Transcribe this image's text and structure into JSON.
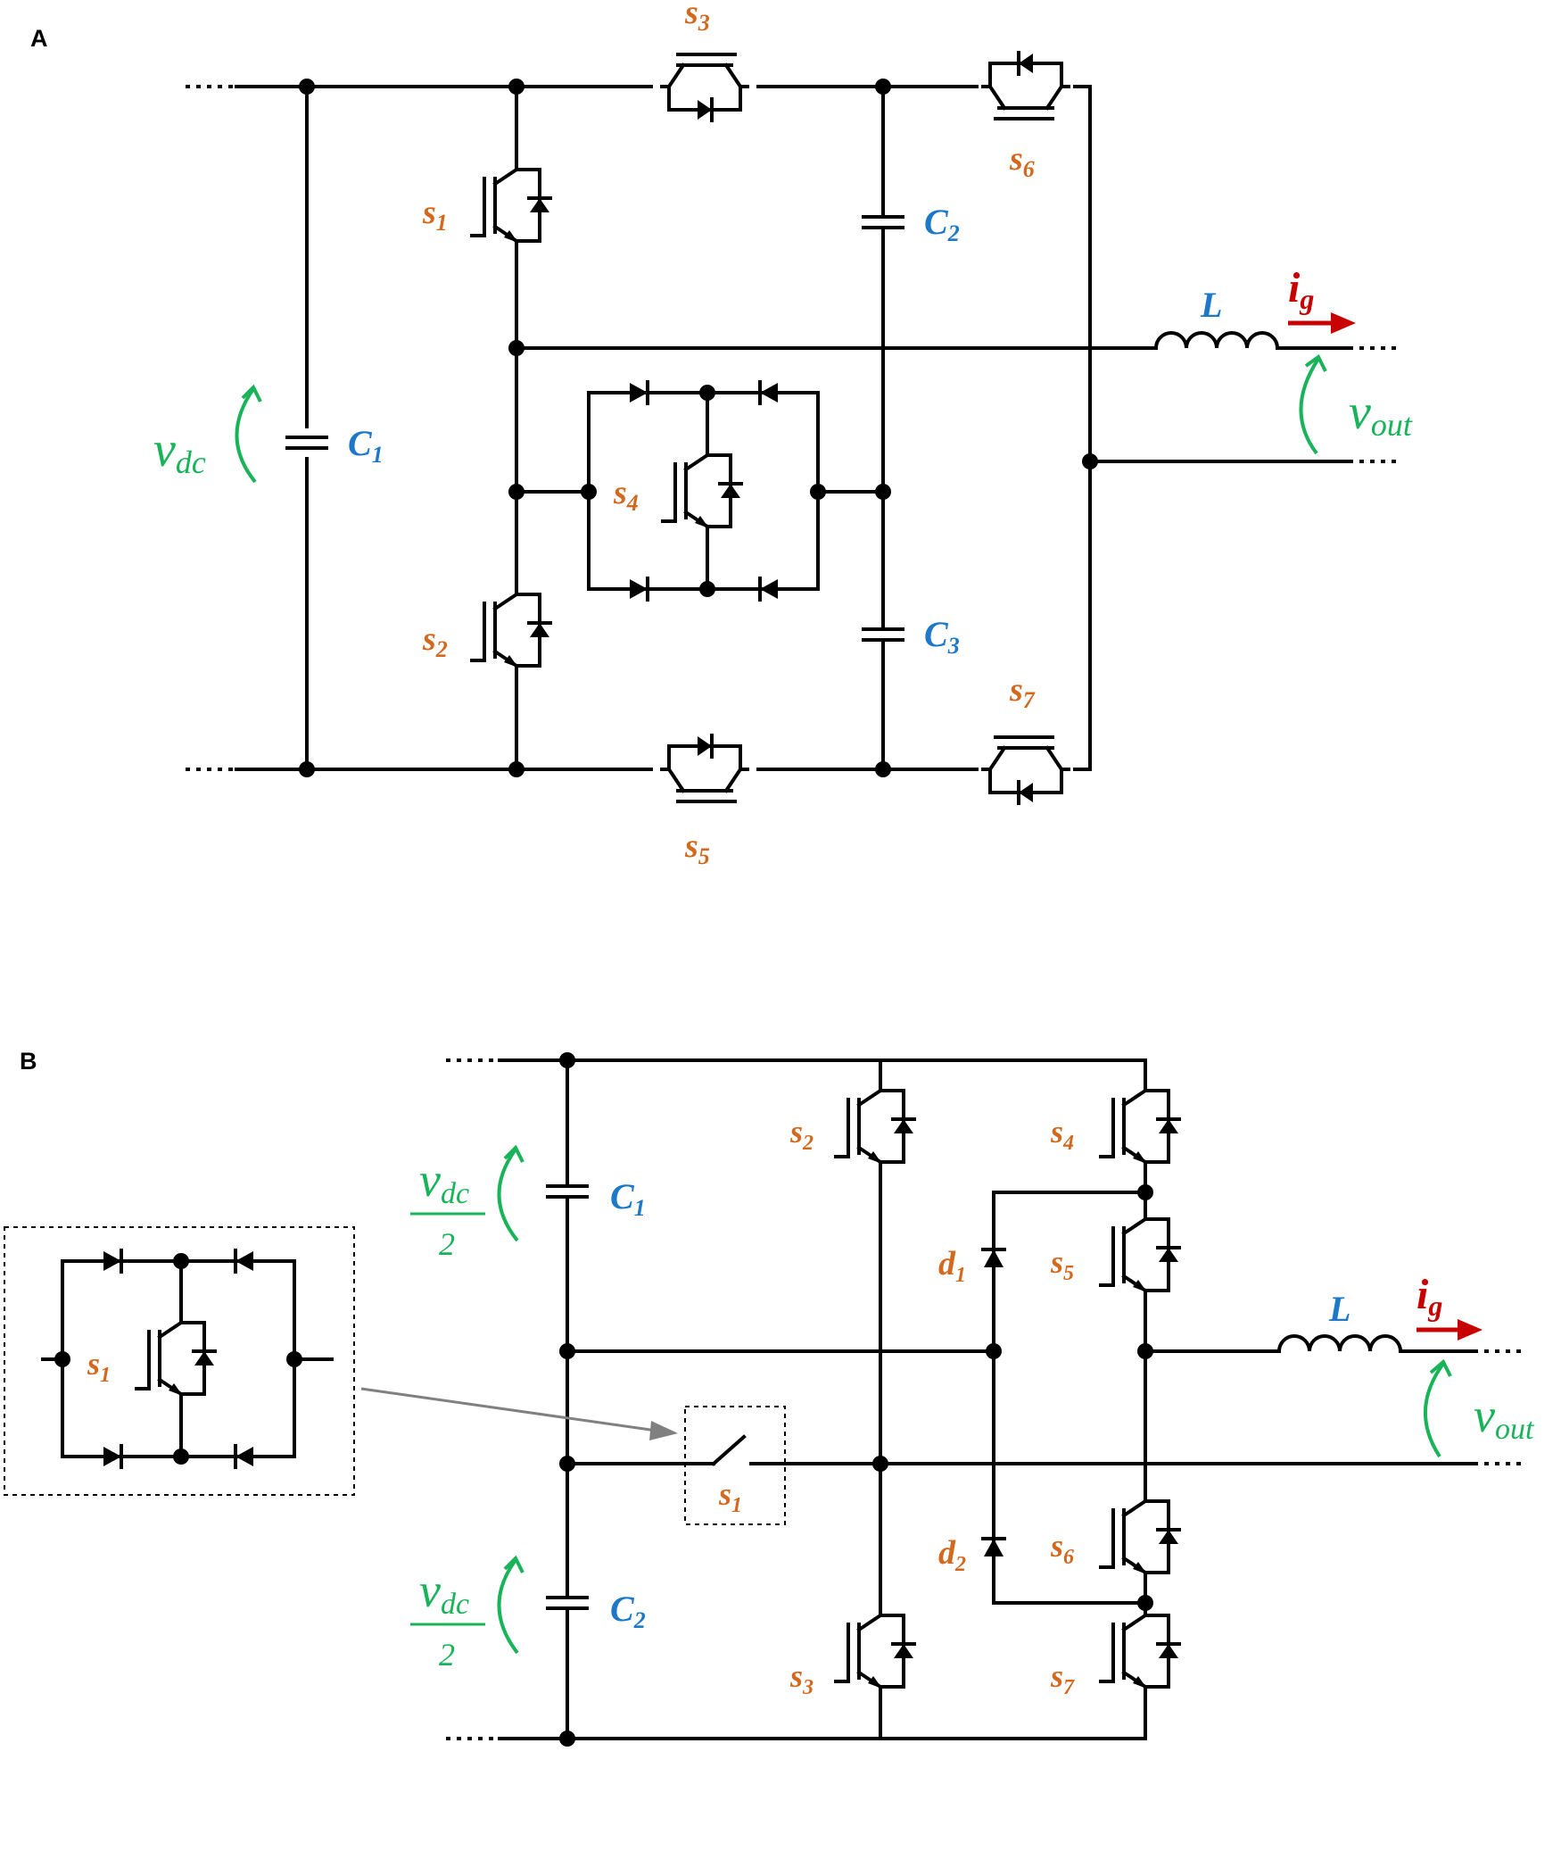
{
  "panels": {
    "a": {
      "letter": "A",
      "switches": [
        {
          "id": "s1",
          "base": "s",
          "sub": "1"
        },
        {
          "id": "s2",
          "base": "s",
          "sub": "2"
        },
        {
          "id": "s3",
          "base": "s",
          "sub": "3"
        },
        {
          "id": "s4",
          "base": "s",
          "sub": "4"
        },
        {
          "id": "s5",
          "base": "s",
          "sub": "5"
        },
        {
          "id": "s6",
          "base": "s",
          "sub": "6"
        },
        {
          "id": "s7",
          "base": "s",
          "sub": "7"
        }
      ],
      "capacitors": [
        {
          "id": "C1",
          "base": "C",
          "sub": "1"
        },
        {
          "id": "C2",
          "base": "C",
          "sub": "2"
        },
        {
          "id": "C3",
          "base": "C",
          "sub": "3"
        }
      ],
      "inductor": "L",
      "current": {
        "base": "i",
        "sub": "g"
      },
      "vout": {
        "base": "v",
        "sub": "out"
      },
      "vdc": {
        "base": "v",
        "sub": "dc"
      }
    },
    "b": {
      "letter": "B",
      "switches": [
        {
          "id": "s1",
          "base": "s",
          "sub": "1"
        },
        {
          "id": "s2",
          "base": "s",
          "sub": "2"
        },
        {
          "id": "s3",
          "base": "s",
          "sub": "3"
        },
        {
          "id": "s4",
          "base": "s",
          "sub": "4"
        },
        {
          "id": "s5",
          "base": "s",
          "sub": "5"
        },
        {
          "id": "s6",
          "base": "s",
          "sub": "6"
        },
        {
          "id": "s7",
          "base": "s",
          "sub": "7"
        }
      ],
      "inset_switch": {
        "base": "s",
        "sub": "1"
      },
      "diodes": [
        {
          "id": "d1",
          "base": "d",
          "sub": "1"
        },
        {
          "id": "d2",
          "base": "d",
          "sub": "2"
        }
      ],
      "capacitors": [
        {
          "id": "C1",
          "base": "C",
          "sub": "1"
        },
        {
          "id": "C2",
          "base": "C",
          "sub": "2"
        }
      ],
      "inductor": "L",
      "current": {
        "base": "i",
        "sub": "g"
      },
      "vout": {
        "base": "v",
        "sub": "out"
      },
      "vdc_half": {
        "base": "v",
        "sub": "dc",
        "den": "2"
      }
    }
  },
  "colors": {
    "wire": "#000000",
    "switch_label": "#d2691e",
    "capacitor_label": "#1e78c8",
    "voltage": "#19b45a",
    "current": "#c80000",
    "inset_arrow": "#808080"
  }
}
